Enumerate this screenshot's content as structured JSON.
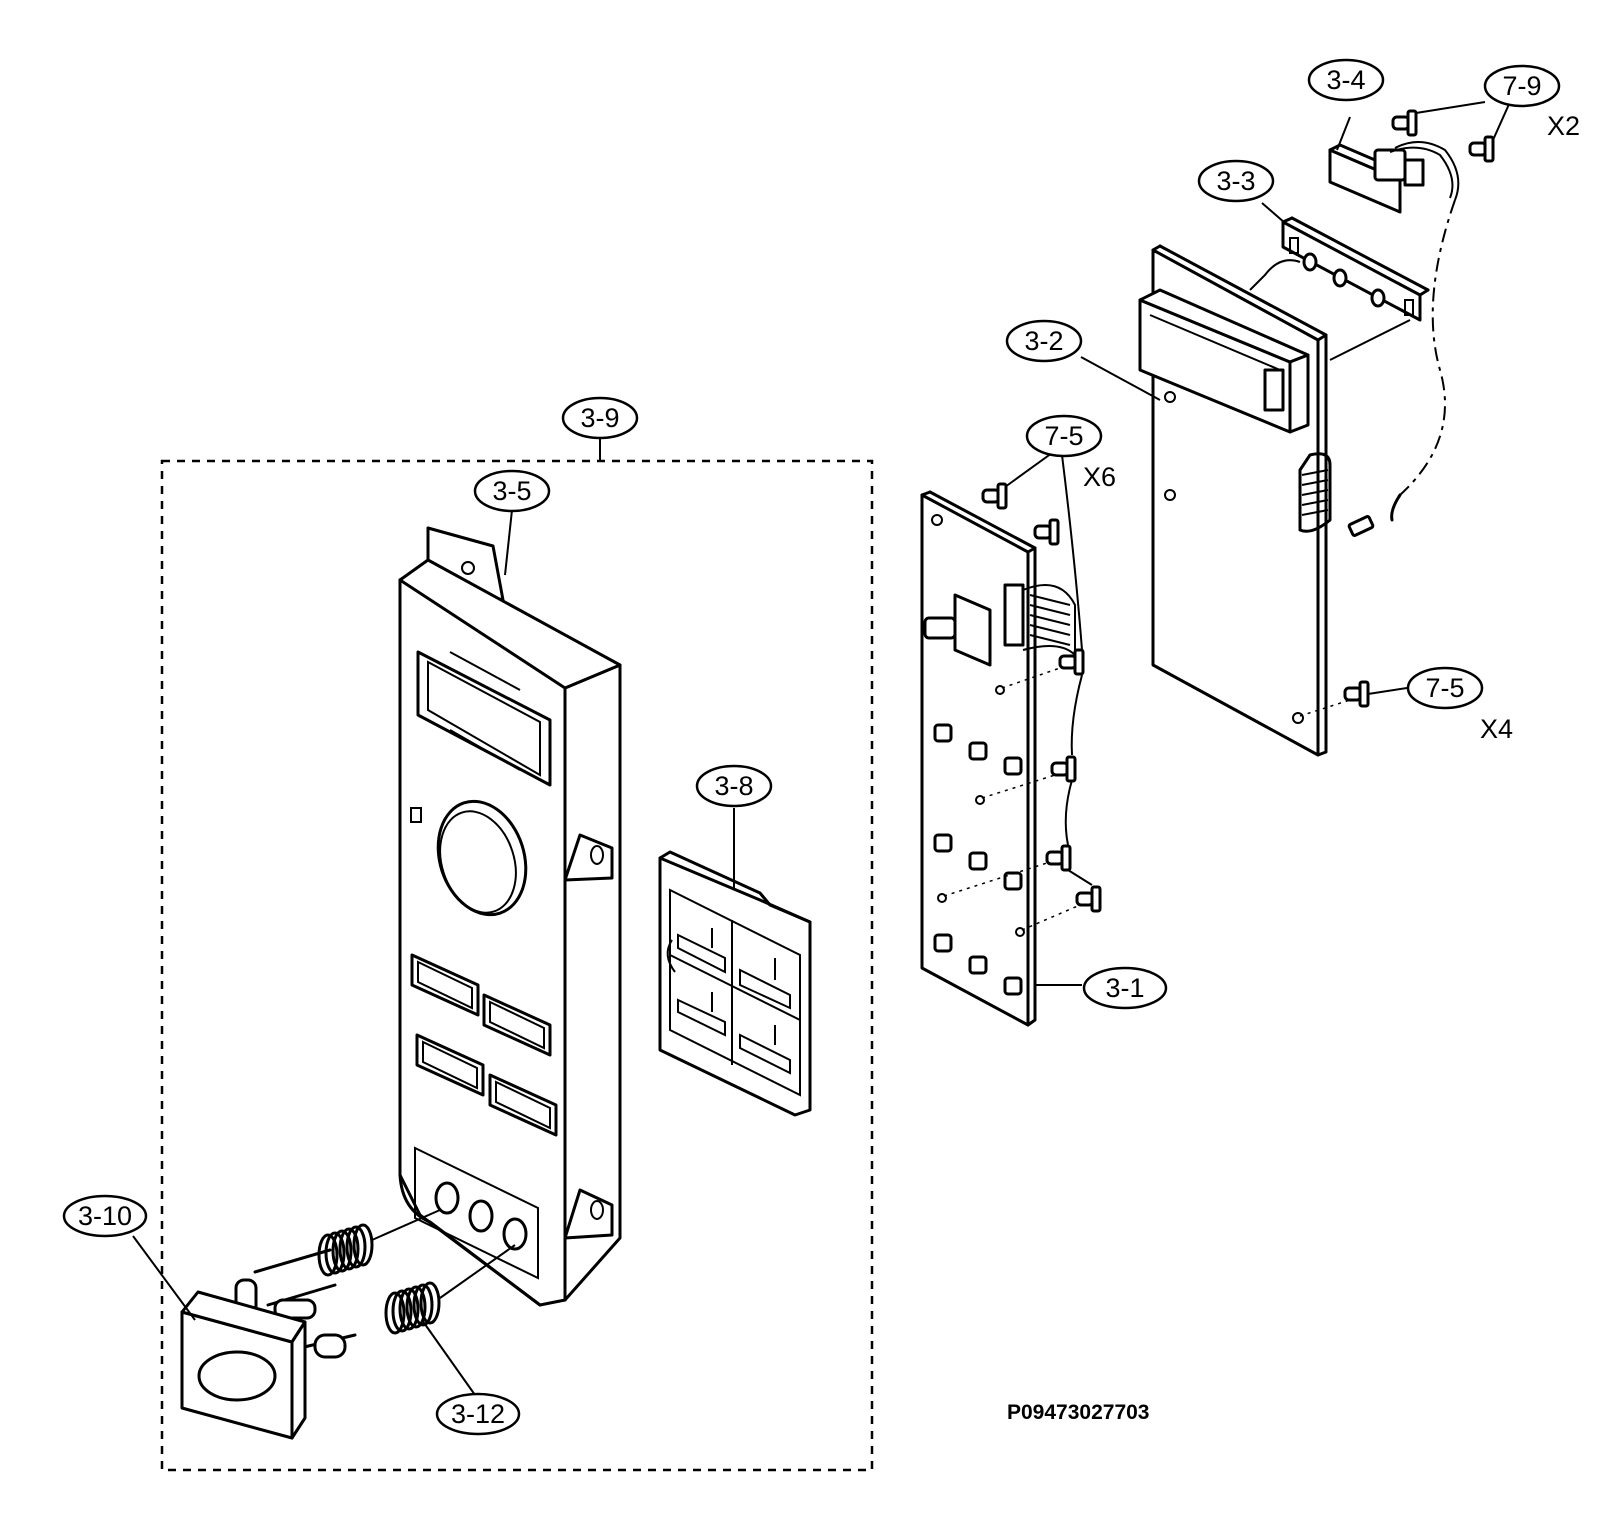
{
  "labels": {
    "l3_1": "3-1",
    "l3_2": "3-2",
    "l3_3": "3-3",
    "l3_4": "3-4",
    "l3_5": "3-5",
    "l3_8": "3-8",
    "l3_9": "3-9",
    "l3_10": "3-10",
    "l3_12": "3-12",
    "l7_5_top": "7-5",
    "l7_5_right": "7-5",
    "l7_9": "7-9"
  },
  "quantities": {
    "x2": "X2",
    "x6": "X6",
    "x4": "X4"
  },
  "drawing_code": "P09473027703"
}
